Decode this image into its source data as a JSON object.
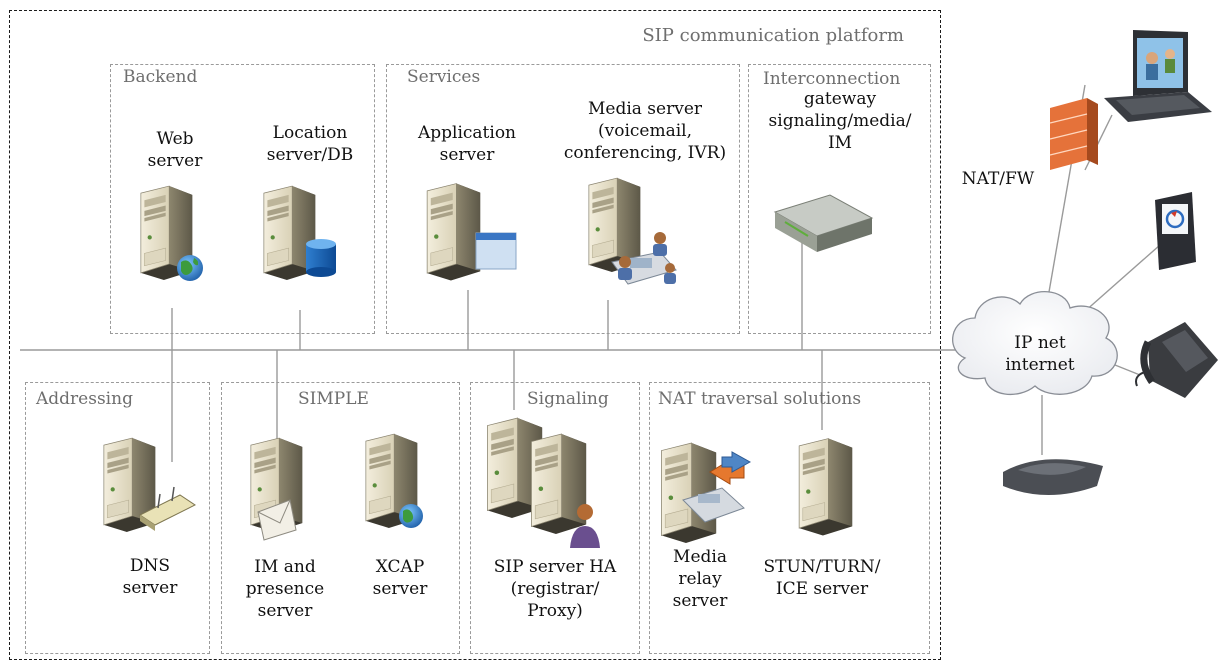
{
  "platform": {
    "title": "SIP communication platform"
  },
  "groups": {
    "backend": "Backend",
    "services": "Services",
    "interconnection": "Interconnection",
    "addressing": "Addressing",
    "simple": "SIMPLE",
    "signaling": "Signaling",
    "nat": "NAT traversal solutions"
  },
  "nodes": {
    "web_server": [
      "Web",
      "server"
    ],
    "location_server": [
      "Location",
      "server/DB"
    ],
    "application_server": [
      "Application",
      "server"
    ],
    "media_server": [
      "Media server",
      "(voicemail,",
      "conferencing, IVR)"
    ],
    "gateway": [
      "gateway",
      "signaling/media/",
      "IM"
    ],
    "dns_server": [
      "DNS",
      "server"
    ],
    "im_presence_server": [
      "IM and",
      "presence",
      "server"
    ],
    "xcap_server": [
      "XCAP",
      "server"
    ],
    "sip_server": [
      "SIP server HA",
      "(registrar/",
      "Proxy)"
    ],
    "media_relay_server": [
      "Media",
      "relay",
      "server"
    ],
    "stun_server": [
      "STUN/TURN/",
      "ICE server"
    ]
  },
  "external": {
    "firewall": "NAT/FW",
    "cloud": [
      "IP net",
      "internet"
    ]
  }
}
